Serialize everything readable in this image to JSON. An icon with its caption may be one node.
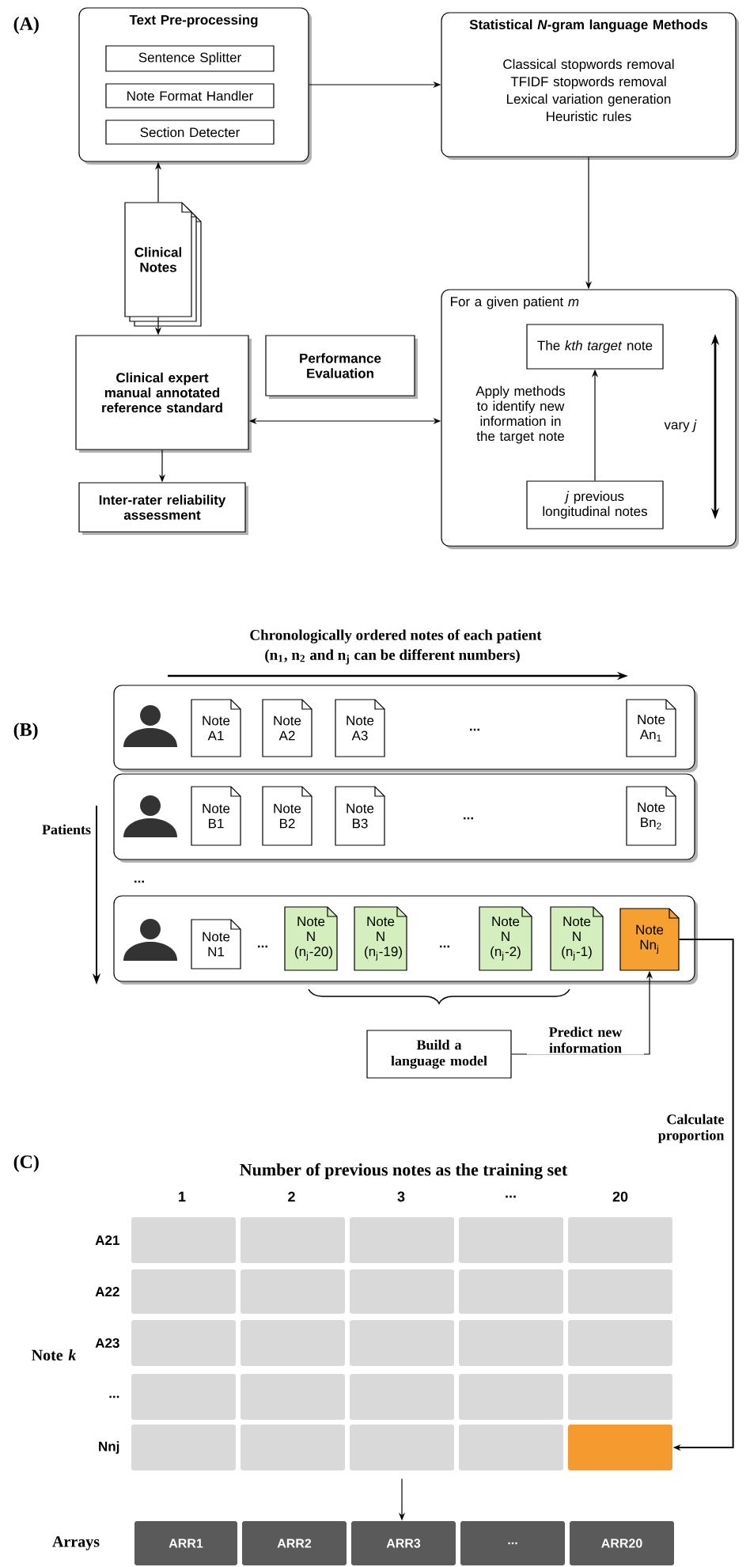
{
  "diagram": {
    "nodes": [
      {
        "text": [
          "Text Pre-processing"
        ]
      },
      {
        "text": [
          "Sentence Splitter"
        ],
        "in": 0
      },
      {
        "text": [
          "Note Format Handler"
        ],
        "in": 0
      },
      {
        "text": [
          "Section Detecter"
        ],
        "in": 0
      },
      {
        "text": [
          "Statistical *N*-gram language Methods",
          "Classical stopwords removal",
          "TFIDF stopwords removal",
          "Lexical variation generation",
          "Heuristic rules"
        ]
      },
      {
        "text": [
          "Clinical Notes"
        ]
      },
      {
        "text": [
          "Clinical expert manual annotated reference standard"
        ]
      },
      {
        "text": [
          "Performance Evaluation"
        ]
      },
      {
        "text": [
          "Inter-rater reliability assessment"
        ]
      },
      {
        "text": [
          "For a given patient *m*"
        ]
      },
      {
        "text": [
          "The *kth target* note"
        ],
        "in": 9
      },
      {
        "text": [
          "*j* previous longitudinal notes"
        ],
        "in": 9
      },
      {
        "text": [],
        "shape": "box"
      },
      {
        "text": [
          "Note A1"
        ],
        "in": 12
      },
      {
        "text": [
          "Note A2"
        ],
        "in": 12
      },
      {
        "text": [
          "Note A3"
        ],
        "in": 12
      },
      {
        "text": [
          "Note An$_{1}$"
        ],
        "in": 12
      },
      {
        "text": [],
        "shape": "box"
      },
      {
        "text": [
          "Note B1"
        ],
        "in": 17
      },
      {
        "text": [
          "Note B2"
        ],
        "in": 17
      },
      {
        "text": [
          "Note B3"
        ],
        "in": 17
      },
      {
        "text": [
          "Note Bn$_{2}$"
        ],
        "in": 17
      },
      {
        "text": [],
        "shape": "box"
      },
      {
        "text": [
          "Note N1"
        ],
        "in": 22
      },
      {
        "text": [
          "Note N (n$_{j}$-20)"
        ],
        "in": 22
      },
      {
        "text": [
          "Note N (n$_{j}$-19)"
        ],
        "in": 22
      },
      {
        "text": [
          "Note N (n$_{j}$-2)"
        ],
        "in": 22
      },
      {
        "text": [
          "Note N (n$_{j}$-1)"
        ],
        "in": 22
      },
      {
        "text": [
          "Note Nn$_{j}$"
        ],
        "in": 22
      },
      {
        "text": [
          "Build a language model"
        ]
      },
      {
        "text": [],
        "shape": "box"
      },
      {
        "text": [],
        "shape": "box"
      },
      {
        "text": [],
        "shape": "box"
      },
      {
        "text": [],
        "shape": "box"
      },
      {
        "text": [],
        "shape": "box"
      },
      {
        "text": [],
        "shape": "box"
      },
      {
        "text": [],
        "shape": "box"
      },
      {
        "text": [],
        "shape": "box"
      },
      {
        "text": [],
        "shape": "box"
      },
      {
        "text": [],
        "shape": "box"
      },
      {
        "text": [],
        "shape": "box"
      },
      {
        "text": [],
        "shape": "box"
      },
      {
        "text": [],
        "shape": "box"
      },
      {
        "text": [],
        "shape": "box"
      },
      {
        "text": [],
        "shape": "box"
      },
      {
        "text": [],
        "shape": "box"
      },
      {
        "text": [],
        "shape": "box"
      },
      {
        "text": [],
        "shape": "box"
      },
      {
        "text": [],
        "shape": "box"
      },
      {
        "text": [],
        "shape": "box"
      },
      {
        "text": [],
        "shape": "box"
      },
      {
        "text": [],
        "shape": "box"
      },
      {
        "text": [],
        "shape": "box"
      },
      {
        "text": [],
        "shape": "box"
      },
      {
        "text": [],
        "shape": "box"
      },
      {
        "text": [
          "ARR1"
        ]
      },
      {
        "text": [
          "ARR2"
        ]
      },
      {
        "text": [
          "ARR3"
        ]
      },
      {
        "text": [
          "..."
        ]
      },
      {
        "text": [
          "ARR20"
        ]
      }
    ],
    "edges": [
      {
        "from": 5,
        "to": 0,
        "arrow": "to"
      },
      {
        "from": 0,
        "to": 4,
        "arrow": "to"
      },
      {
        "from": 5,
        "to": 6,
        "arrow": "to"
      },
      {
        "from": 6,
        "to": 8,
        "arrow": "to"
      },
      {
        "from": 4,
        "to": 9,
        "arrow": "to"
      },
      {
        "from": 6,
        "to": 9,
        "arrow": "both"
      },
      {
        "from": 11,
        "to": 10,
        "arrow": "to",
        "label": "Apply methods to identify new information in the target note"
      },
      {
        "from": 29,
        "to": 28,
        "arrow": "to",
        "label": "Predict new information"
      },
      {
        "from": 28,
        "to": 54,
        "arrow": "to",
        "label": "Calculate proportion"
      },
      {
        "from": 52,
        "to": 57,
        "arrow": "to"
      }
    ],
    "labels": [
      "(A)",
      "vary *j*",
      "(B)",
      "Chronologically ordered notes of each patient",
      "(n$_{1}$, n$_{2}$ and n$_{j}$ can be different numbers)",
      "...",
      "Patients",
      "...",
      "...",
      "...",
      "...",
      "(C)",
      "Number of previous notes as the training set",
      "1",
      "2",
      "3",
      "...",
      "20",
      "Note *k*",
      "A21",
      "A22",
      "A23",
      "...",
      "Nnj",
      "Arrays"
    ]
  }
}
